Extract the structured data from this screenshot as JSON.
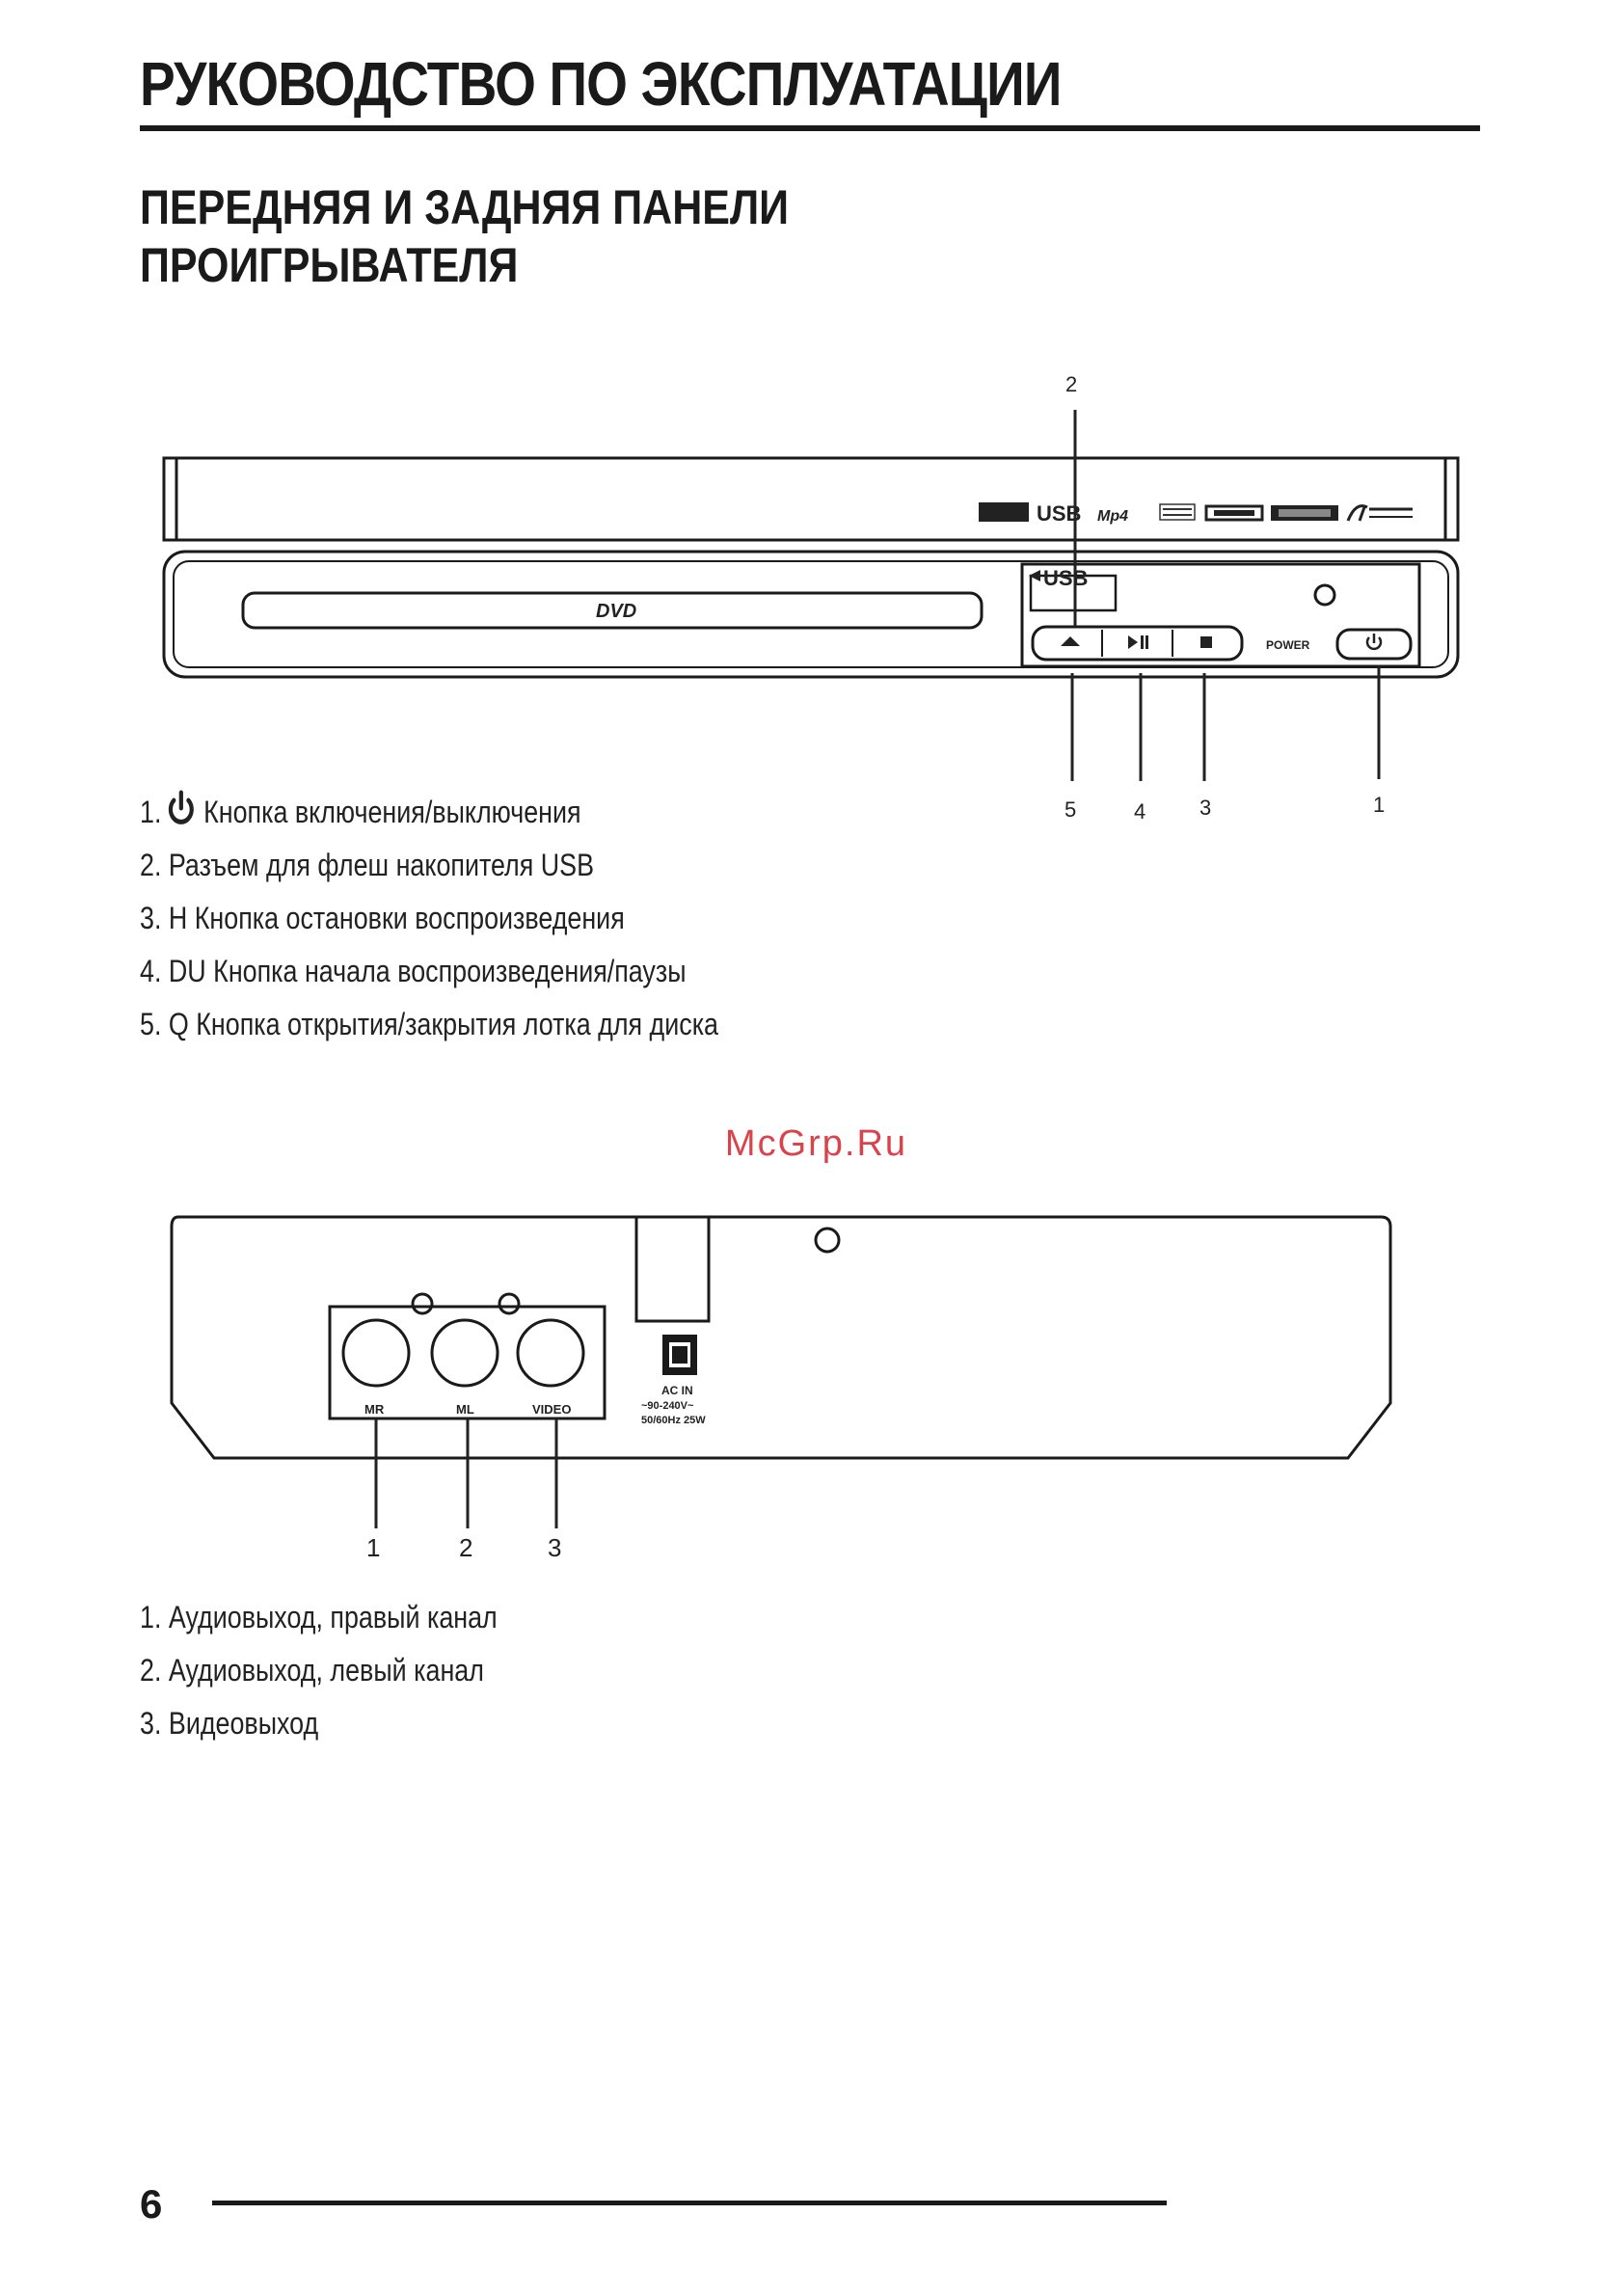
{
  "header": {
    "title": "РУКОВОДСТВО ПО ЭКСПЛУАТАЦИИ"
  },
  "section": {
    "title_line1": "ПЕРЕДНЯЯ И ЗАДНЯЯ ПАНЕЛИ",
    "title_line2": "ПРОИГРЫВАТЕЛЯ"
  },
  "front_panel": {
    "disc_label": "DVD",
    "usb_label": "USB",
    "top_logo_usb": "USB",
    "top_logo_mp4": "Mp4",
    "power_label": "POWER",
    "callouts": [
      "2",
      "5",
      "4",
      "3",
      "1"
    ],
    "icons": [
      "eject-icon",
      "play-pause-icon",
      "stop-icon",
      "power-icon"
    ]
  },
  "front_legend": [
    {
      "num": "1.",
      "text": "Кнопка включения/выключения",
      "icon": "power-icon"
    },
    {
      "num": "2.",
      "text": "Разъем для флеш накопителя USB"
    },
    {
      "num": "3.",
      "text": "H Кнопка остановки воспроизведения"
    },
    {
      "num": "4.",
      "text": "DU Кнопка начала воспроизведения/паузы"
    },
    {
      "num": "5.",
      "text": "Q Кнопка открытия/закрытия лотка для диска"
    }
  ],
  "watermark": "McGrp.Ru",
  "rear_panel": {
    "jack_labels": [
      "MR",
      "ML",
      "VIDEO"
    ],
    "ac_in_line1": "AC IN",
    "ac_in_line2": "~90-240V~",
    "ac_in_line3": "50/60Hz 25W",
    "callouts": [
      "1",
      "2",
      "3"
    ]
  },
  "rear_legend": [
    {
      "num": "1.",
      "text": "Аудиовыход, правый канал"
    },
    {
      "num": "2.",
      "text": "Аудиовыход, левый канал"
    },
    {
      "num": "3.",
      "text": "Видеовыход"
    }
  ],
  "footer": {
    "page_number": "6"
  }
}
